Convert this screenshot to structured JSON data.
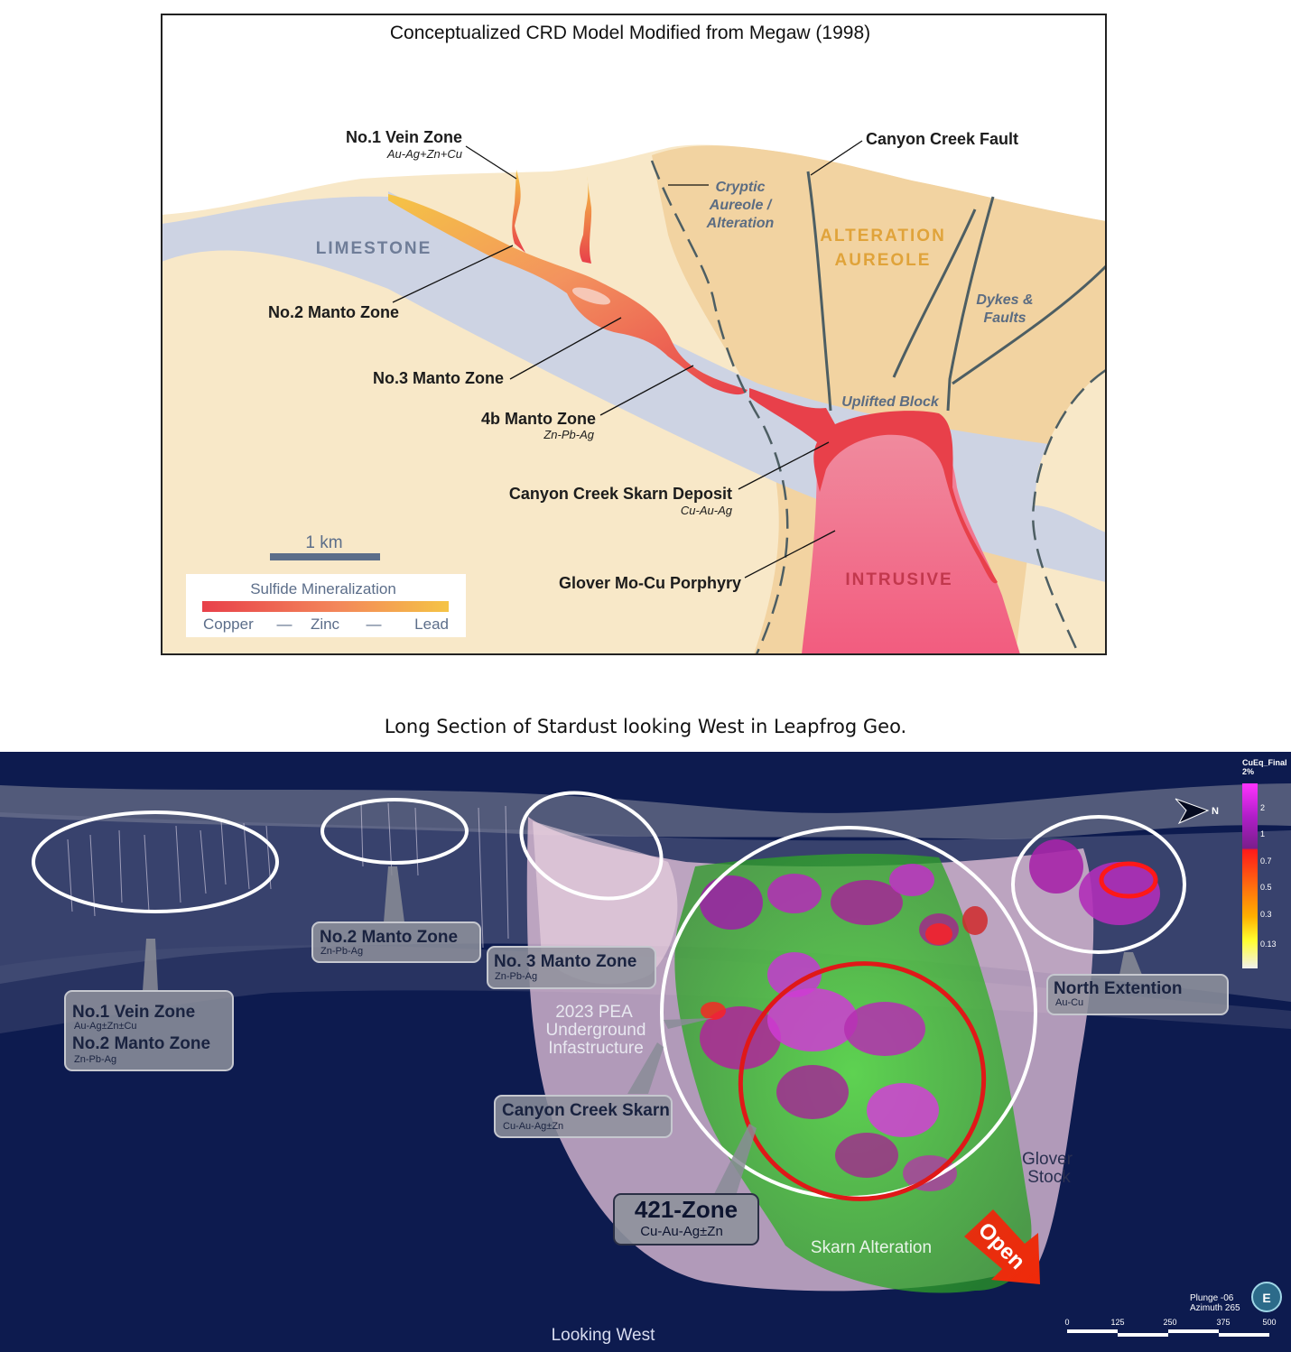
{
  "top": {
    "title": "Conceptualized CRD Model Modified from Megaw (1998)",
    "labels": {
      "vein_zone": "No.1 Vein Zone",
      "vein_zone_metals": "Au-Ag+Zn+Cu",
      "manto2": "No.2 Manto Zone",
      "manto3": "No.3 Manto Zone",
      "manto4b": "4b Manto Zone",
      "manto4b_metals": "Zn-Pb-Ag",
      "skarn": "Canyon Creek Skarn Deposit",
      "skarn_metals": "Cu-Au-Ag",
      "porphyry": "Glover Mo-Cu Porphyry",
      "fault": "Canyon Creek Fault",
      "cryptic_1": "Cryptic",
      "cryptic_2": "Aureole /",
      "cryptic_3": "Alteration",
      "alteration_1": "ALTERATION",
      "alteration_2": "AUREOLE",
      "dykes_1": "Dykes &",
      "dykes_2": "Faults",
      "uplifted": "Uplifted Block",
      "limestone": "LIMESTONE",
      "intrusive": "INTRUSIVE",
      "scale": "1 km"
    },
    "legend": {
      "title": "Sulfide Mineralization",
      "copper": "Copper",
      "zinc": "Zinc",
      "lead": "Lead",
      "dash": "—"
    }
  },
  "bottom": {
    "title": "Long Section of Stardust looking West in Leapfrog Geo.",
    "callouts": {
      "vein_title": "No.1 Vein Zone",
      "vein_metals": "Au-Ag±Zn±Cu",
      "vein_title2": "No.2 Manto Zone",
      "vein_metals2": "Zn-Pb-Ag",
      "manto2_title": "No.2 Manto Zone",
      "manto2_metals": "Zn-Pb-Ag",
      "manto3_title": "No. 3 Manto Zone",
      "manto3_metals": "Zn-Pb-Ag",
      "north_title": "North Extention",
      "north_metals": "Au-Cu",
      "skarn_title": "Canyon Creek Skarn",
      "skarn_metals": "Cu-Au-Ag±Zn",
      "zone421_title": "421-Zone",
      "zone421_metals": "Cu-Au-Ag±Zn"
    },
    "labels": {
      "pea_1": "2023 PEA",
      "pea_2": "Underground",
      "pea_3": "Infastructure",
      "glover_1": "Glover",
      "glover_2": "Stock",
      "skarn_alt": "Skarn Alteration",
      "open": "Open",
      "looking_west": "Looking West"
    },
    "color_legend": {
      "title_1": "CuEq_Final",
      "title_2": "2%",
      "ticks": [
        "2",
        "1",
        "0.7",
        "0.5",
        "0.3",
        "0.13"
      ]
    },
    "orientation": {
      "north": "N",
      "plunge": "Plunge -06",
      "azimuth": "Azimuth 265"
    },
    "scale_ticks": [
      "0",
      "125",
      "250",
      "375",
      "500"
    ]
  },
  "colors": {
    "host_rock": "#f8e8c8",
    "limestone": "#cdd3e3",
    "alteration": "#f2d3a1",
    "intrusive": "#f08ea0",
    "copper": "#e8404a",
    "lead": "#f5c445",
    "background_3d": "#0d1b4f",
    "skarn_green": "#38c22f",
    "glover_pink": "#e8c6dc",
    "ring_white": "#ffffff",
    "ring_red": "#e01818"
  }
}
